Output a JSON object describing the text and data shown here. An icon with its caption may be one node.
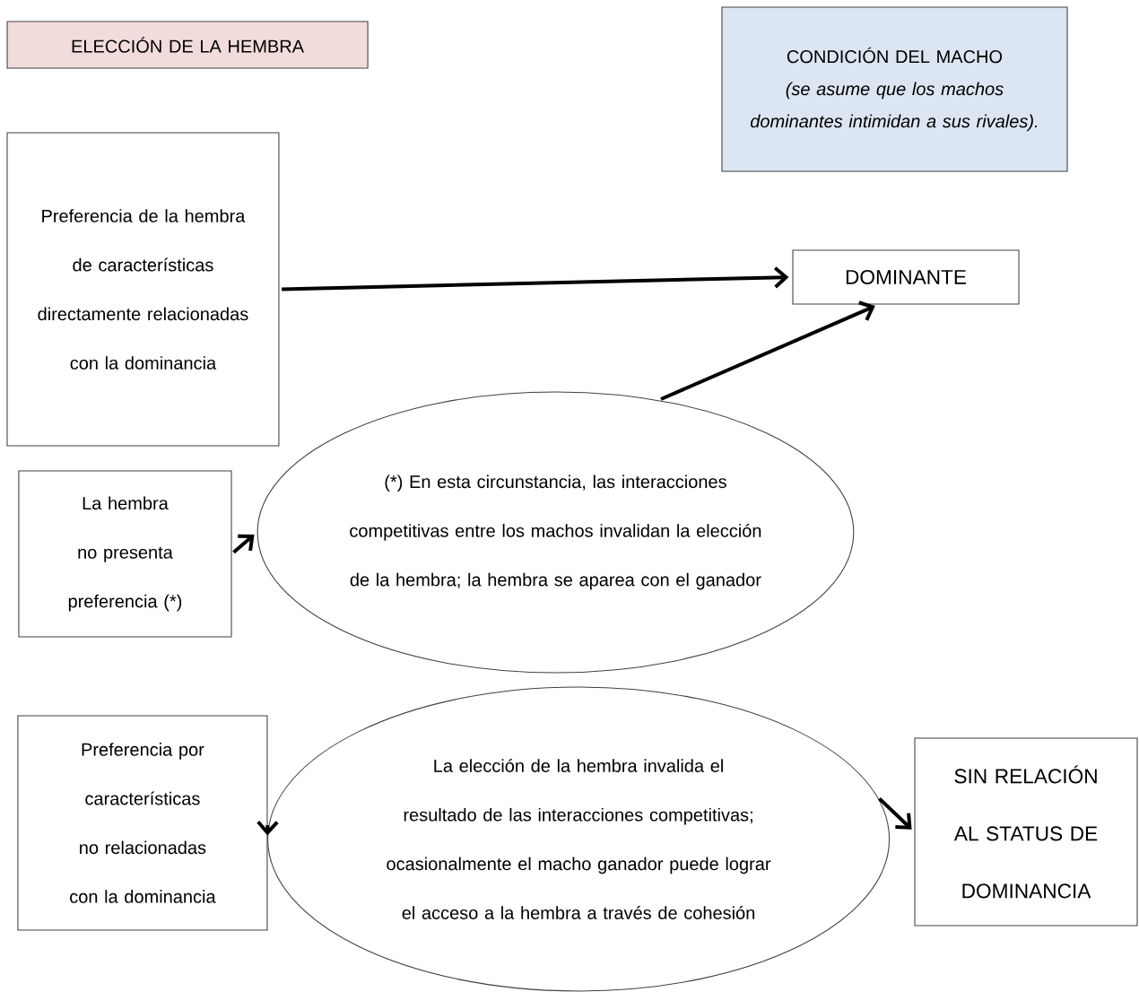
{
  "diagram": {
    "nodes": [
      {
        "text": [
          "ELECCIÓN DE LA HEMBRA"
        ]
      },
      {
        "text": [
          "CONDICIÓN DEL MACHO",
          "(se asume que los machos dominantes intimidan a sus rivales)."
        ]
      },
      {
        "text": [
          "Preferencia de la hembra de características directamente relacionadas con la dominancia"
        ]
      },
      {
        "text": [
          "DOMINANTE"
        ]
      },
      {
        "text": [
          "La hembra no presenta preferencia (*)"
        ]
      },
      {
        "text": [
          "(*) En esta circunstancia, las interacciones competitivas entre los machos invalidan la elección de la hembra; la hembra se aparea con el ganador"
        ]
      },
      {
        "text": [
          "Preferencia por características no relacionadas con la dominancia"
        ]
      },
      {
        "text": [
          "La elección de la hembra invalida el resultado de las interacciones competitivas; ocasionalmente el macho ganador puede lograr el acceso a la hembra a través de cohesión"
        ]
      },
      {
        "text": [
          "SIN RELACIÓN AL STATUS DE DOMINANCIA"
        ]
      }
    ],
    "edges": [
      {
        "from": 2,
        "to": 3,
        "arrow": "to"
      },
      {
        "from": 5,
        "to": 3,
        "arrow": "to"
      },
      {
        "from": 4,
        "to": 5,
        "arrow": "to"
      },
      {
        "from": 6,
        "to": 7,
        "arrow": "to"
      },
      {
        "from": 7,
        "to": 8,
        "arrow": "to"
      }
    ]
  }
}
